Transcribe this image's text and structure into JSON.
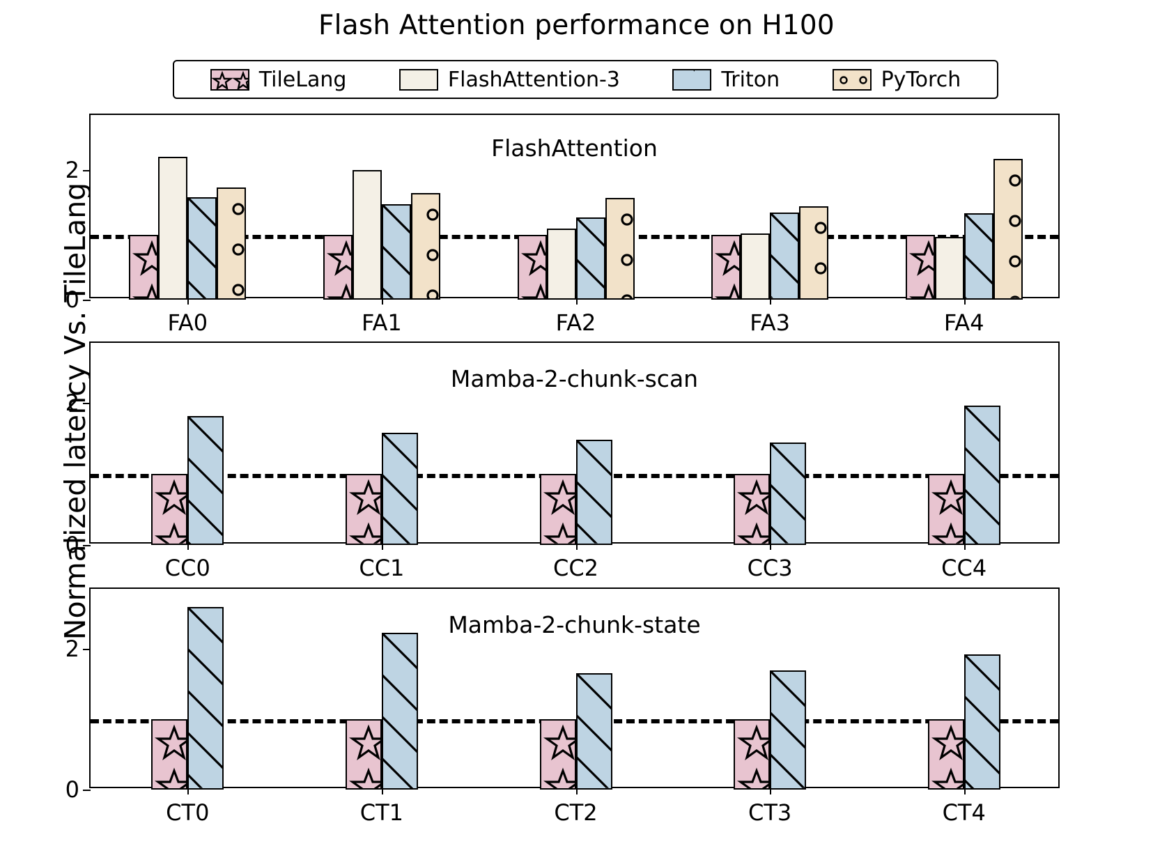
{
  "chart_data": {
    "type": "bar",
    "title": "Flash Attention performance on H100",
    "xlabel": "",
    "ylabel": "Normalized latency Vs. TileLang",
    "ylim": [
      0,
      2.85
    ],
    "yticks": [
      0,
      2
    ],
    "ytick_labels": [
      "0",
      "2"
    ],
    "grid": false,
    "legend_position": "above-axes",
    "reference_line": {
      "value": 1.0,
      "style": "dashed",
      "color": "#000000"
    },
    "series_names": [
      "TileLang",
      "FlashAttention-3",
      "Triton",
      "PyTorch"
    ],
    "series_colors": [
      "#e8c4d0",
      "#f4f0e6",
      "#bed4e3",
      "#f2e2c9"
    ],
    "series_hatches": [
      "star",
      "none",
      "diagonal",
      "circle"
    ],
    "panels": [
      {
        "title": "FlashAttention",
        "categories": [
          "FA0",
          "FA1",
          "FA2",
          "FA3",
          "FA4"
        ],
        "series": [
          {
            "name": "TileLang",
            "values": [
              1.0,
              1.0,
              1.0,
              1.0,
              1.0
            ]
          },
          {
            "name": "FlashAttention-3",
            "values": [
              2.21,
              2.0,
              1.1,
              1.02,
              0.97
            ]
          },
          {
            "name": "Triton",
            "values": [
              1.58,
              1.47,
              1.27,
              1.34,
              1.33
            ]
          },
          {
            "name": "PyTorch",
            "values": [
              1.73,
              1.65,
              1.57,
              1.44,
              2.17
            ]
          }
        ]
      },
      {
        "title": "Mamba-2-chunk-scan",
        "categories": [
          "CC0",
          "CC1",
          "CC2",
          "CC3",
          "CC4"
        ],
        "series": [
          {
            "name": "TileLang",
            "values": [
              1.0,
              1.0,
              1.0,
              1.0,
              1.0
            ]
          },
          {
            "name": "Triton",
            "values": [
              1.82,
              1.58,
              1.48,
              1.44,
              1.97
            ]
          }
        ]
      },
      {
        "title": "Mamba-2-chunk-state",
        "categories": [
          "CT0",
          "CT1",
          "CT2",
          "CT3",
          "CT4"
        ],
        "series": [
          {
            "name": "TileLang",
            "values": [
              1.0,
              1.0,
              1.0,
              1.0,
              1.0
            ]
          },
          {
            "name": "Triton",
            "values": [
              2.59,
              2.23,
              1.65,
              1.69,
              1.92
            ]
          }
        ]
      }
    ]
  },
  "legend": {
    "items": [
      {
        "label": "TileLang",
        "icon": "star-hatch-swatch"
      },
      {
        "label": "FlashAttention-3",
        "icon": "plain-swatch"
      },
      {
        "label": "Triton",
        "icon": "diagonal-hatch-swatch"
      },
      {
        "label": "PyTorch",
        "icon": "circle-hatch-swatch"
      }
    ]
  }
}
